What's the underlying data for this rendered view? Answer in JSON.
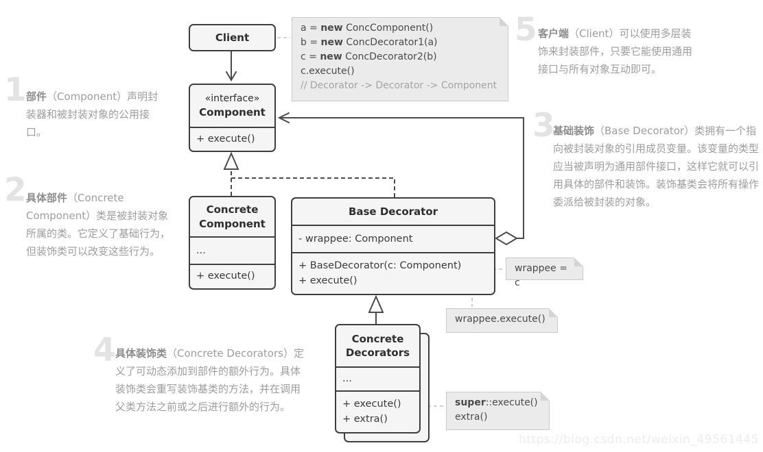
{
  "annotations": [
    {
      "number": "1",
      "term": "部件",
      "text": "（Component）声明封装器和被封装对象的公用接口。"
    },
    {
      "number": "2",
      "term": "具体部件",
      "text": "（Concrete Component）类是被封装对象所属的类。它定义了基础行为，但装饰类可以改变这些行为。"
    },
    {
      "number": "3",
      "term": "基础装饰",
      "text": "（Base Decorator）类拥有一个指向被封装对象的引用成员变量。该变量的类型应当被声明为通用部件接口，这样它就可以引用具体的部件和装饰。装饰基类会将所有操作委派给被封装的对象。"
    },
    {
      "number": "4",
      "term": "具体装饰类",
      "text": "（Concrete Decorators）定义了可动态添加到部件的额外行为。具体装饰类会重写装饰基类的方法，并在调用父类方法之前或之后进行额外的行为。"
    },
    {
      "number": "5",
      "term": "客户端",
      "text": "（Client）可以使用多层装饰来封装部件，只要它能使用通用接口与所有对象互动即可。"
    }
  ],
  "classes": {
    "client": {
      "name": "Client"
    },
    "component": {
      "stereotype": "«interface»",
      "name": "Component",
      "method1": "+ execute()"
    },
    "concrete_component": {
      "name": "Concrete Component",
      "dots": "...",
      "method1": "+ execute()"
    },
    "base_decorator": {
      "name": "Base Decorator",
      "field1": "- wrappee: Component",
      "method1": "+ BaseDecorator(c: Component)",
      "method2": "+ execute()"
    },
    "concrete_decorators": {
      "name": "Concrete Decorators",
      "dots": "...",
      "method1": "+ execute()",
      "method2": "+ extra()"
    }
  },
  "notes": {
    "client_code": {
      "line1_pre": "a = ",
      "line1_kw": "new",
      "line1_post": " ConcComponent()",
      "line2_pre": "b = ",
      "line2_kw": "new",
      "line2_post": " ConcDecorator1(a)",
      "line3_pre": "c = ",
      "line3_kw": "new",
      "line3_post": " ConcDecorator2(b)",
      "line4": "c.execute()",
      "line5": "// Decorator -> Decorator -> Component"
    },
    "wrappee_assign": "wrappee = c",
    "wrappee_execute": "wrappee.execute()",
    "super_note": {
      "kw": "super",
      "rest": "::execute()",
      "line2": "extra()"
    }
  },
  "watermark": "https://blog.csdn.net/weixin_49561445",
  "colors": {
    "box_border": "#3e3e3e",
    "box_fill": "#f5f5f5",
    "note_fill": "#ebebeb",
    "note_border": "#c9c9c9",
    "annotation_text": "#9d9d9d",
    "annotation_number": "#e3e3e3",
    "connector_gray": "#c2c2c2",
    "line_dark": "#4a4a4a"
  }
}
